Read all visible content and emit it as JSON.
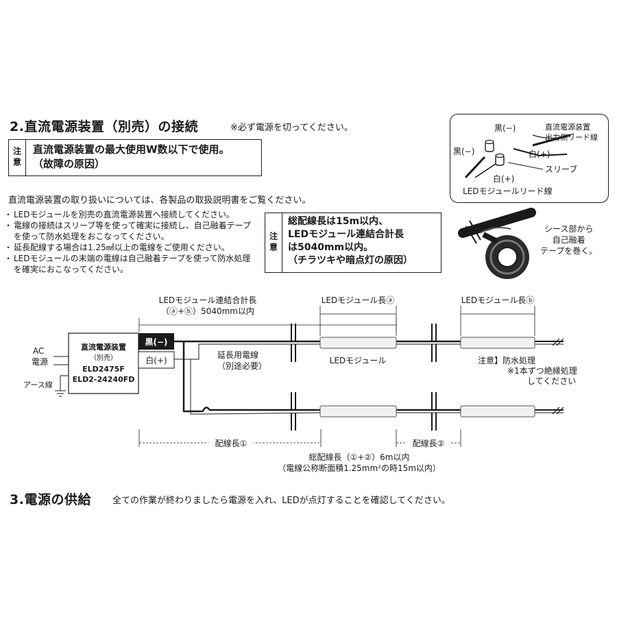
{
  "section2": {
    "title": "2.直流電源装置（別売）の接続",
    "caution": "※必ず電源を切ってください。",
    "note1_tag": "注意",
    "note1_lines": [
      "直流電源装置の最大使用W数以下で使用。",
      "（故障の原因）"
    ],
    "intro": "直流電源装置の取り扱いについては、各製品の取扱説明書をご覧ください。",
    "bullets": [
      "LEDモジュールを別売の直流電源装置へ接続してください。",
      "電線の接続はスリーブ等を使って確実に接続し、自己融着テープを使って防水処理をおこなってください。",
      "延長配線する場合は1.25㎟以上の電線をご使用ください。",
      "LEDモジュールの末端の電線は自己融着テープを使って防水処理を確実におこなってください。"
    ],
    "note2_tag": "注意",
    "note2_lines": [
      "総配線長は15m以内、",
      "LEDモジュール連結合計長",
      "は5040mm以内。",
      "（チラツキや暗点灯の原因）"
    ]
  },
  "inset": {
    "black_minus_top": "黒(−)",
    "psu_output_lead": [
      "直流電源装置",
      "出力側リード線"
    ],
    "black_minus_left": "黒(−)",
    "white_plus_right": "白(+)",
    "sleeve": "スリーブ",
    "white_plus_bottom": "白(+)",
    "led_lead": "LEDモジュールリード線"
  },
  "tape_note": [
    "シース部から",
    "自己融着",
    "テープを巻く。"
  ],
  "wiring": {
    "total_length_label": [
      "LEDモジュール連結合計長",
      "（ⓐ+ⓑ）5040mm以内"
    ],
    "module_a_label": "LEDモジュール長ⓐ",
    "module_b_label": "LEDモジュール長ⓑ",
    "ac_label": [
      "AC",
      "電源"
    ],
    "earth_label": "アース線",
    "psu_lines": [
      "直流電源装置",
      "（別売）",
      "ELD2475F",
      "ELD2-24240FD"
    ],
    "black_terminal": "黒(−)",
    "white_terminal": "白(+)",
    "extension_label": [
      "延長用電線",
      "（別途必要）"
    ],
    "led_module_label": "LEDモジュール",
    "waterproof_label": [
      "注意】防水処理",
      "※1本ずつ絶縁処理",
      "してください"
    ],
    "wire_length_1": "配線長①",
    "wire_length_2": "配線長②",
    "total_wire_label": [
      "総配線長（①+②）6m以内",
      "（電線公称断面積1.25mm²の時15m以内）"
    ]
  },
  "section3": {
    "title": "3.電源の供給",
    "text": "全ての作業が終わりましたら電源を入れ、LEDが点灯することを確認してください。"
  }
}
